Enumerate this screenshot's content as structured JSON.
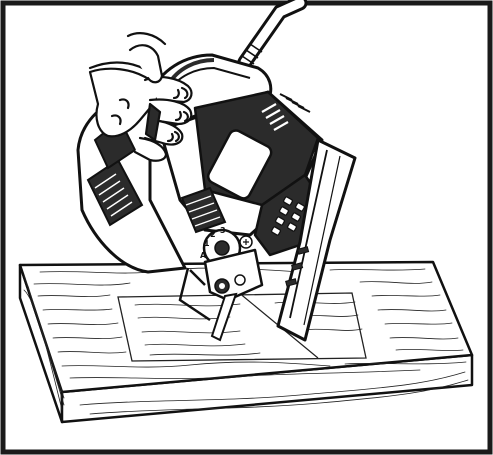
{
  "illustration": {
    "frame_color": "#1a1a1a",
    "ink_color": "#111111",
    "paper_color": "#ffffff",
    "shade_color": "#2b2b2b",
    "dial_digits": [
      "A",
      "1",
      "2",
      "3"
    ]
  }
}
